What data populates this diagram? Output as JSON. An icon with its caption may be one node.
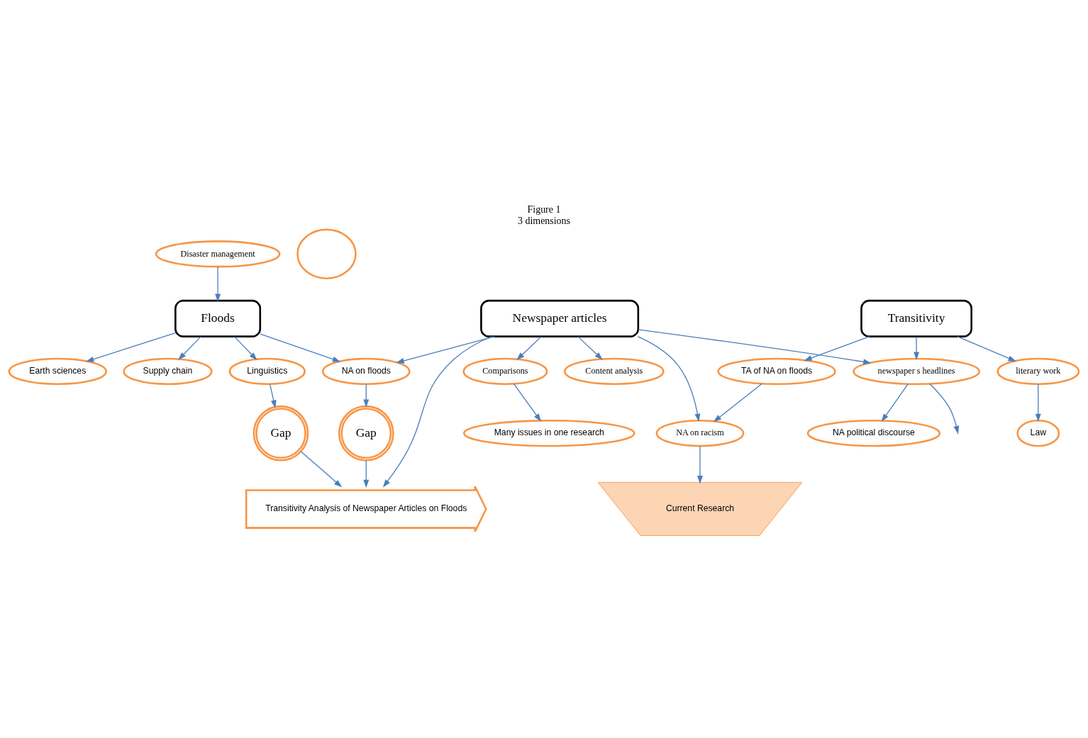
{
  "diagram": {
    "title": "Figure 1",
    "caption": "3 dimensions",
    "nodes": [
      {
        "text": [
          "Disaster management"
        ]
      },
      {
        "text": [
          "Floods"
        ]
      },
      {
        "text": [
          "Earth sciences"
        ]
      },
      {
        "text": [
          "Supply chain"
        ]
      },
      {
        "text": [
          "Linguistics"
        ]
      },
      {
        "text": [
          "NA on floods"
        ]
      },
      {
        "text": [
          "Newspaper articles"
        ]
      },
      {
        "text": [
          "Content analysis"
        ]
      },
      {
        "text": [
          "Many issues in one research"
        ]
      },
      {
        "text": [
          "Comparisons"
        ]
      },
      {
        "text": [
          "newspaper s headlines"
        ]
      },
      {
        "text": [
          "Transitivity"
        ]
      },
      {
        "text": [
          "literary work"
        ]
      },
      {
        "text": [
          "Gap"
        ]
      },
      {
        "text": [
          "Gap"
        ]
      },
      {
        "text": [
          "NA on racism"
        ]
      },
      {
        "text": [],
        "shape": "circle"
      },
      {
        "text": [
          "NA political discourse"
        ]
      },
      {
        "text": [
          "Law"
        ]
      },
      {
        "text": [
          "TA of NA on floods"
        ]
      },
      {
        "text": [
          "Current Research"
        ]
      },
      {
        "text": [
          "Transitivity Analysis of Newspaper Articles on Floods"
        ]
      }
    ],
    "edges": [
      {
        "from": 0,
        "to": 1,
        "arrow": "to"
      },
      {
        "from": 1,
        "to": 2,
        "arrow": "to"
      },
      {
        "from": 1,
        "to": 3,
        "arrow": "to"
      },
      {
        "from": 1,
        "to": 4,
        "arrow": "to"
      },
      {
        "from": 1,
        "to": 5,
        "arrow": "to"
      },
      {
        "from": 4,
        "to": 13,
        "arrow": "to"
      },
      {
        "from": 5,
        "to": 14,
        "arrow": "to"
      },
      {
        "from": 13,
        "to": 21,
        "arrow": "to"
      },
      {
        "from": 14,
        "to": 21,
        "arrow": "to"
      },
      {
        "from": 6,
        "to": 5,
        "arrow": "to"
      },
      {
        "from": 6,
        "to": 7,
        "arrow": "to"
      },
      {
        "from": 6,
        "to": 9,
        "arrow": "to"
      },
      {
        "from": 9,
        "to": 8,
        "arrow": "to"
      },
      {
        "from": 6,
        "to": 10,
        "arrow": "to"
      },
      {
        "from": 6,
        "to": 15,
        "arrow": "to"
      },
      {
        "from": 6,
        "to": 21,
        "arrow": "to"
      },
      {
        "from": 15,
        "to": 20,
        "arrow": "to"
      },
      {
        "from": 11,
        "to": 10,
        "arrow": "to"
      },
      {
        "from": 10,
        "to": null,
        "arrow": "to"
      },
      {
        "from": 10,
        "to": 17,
        "arrow": "to"
      },
      {
        "from": 19,
        "to": 15,
        "arrow": "to"
      },
      {
        "from": 11,
        "to": 19,
        "arrow": "to"
      },
      {
        "from": 11,
        "to": 12,
        "arrow": "to"
      },
      {
        "from": 12,
        "to": 18,
        "arrow": "to"
      }
    ]
  }
}
